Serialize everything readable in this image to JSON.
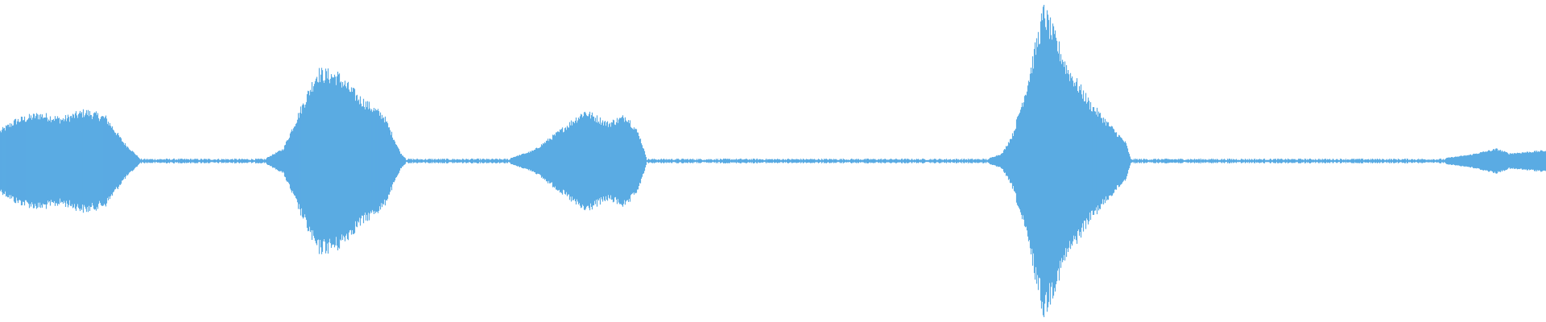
{
  "waveform": {
    "color": "#5aabe3",
    "baseline_amplitude": 0.01,
    "envelope": [
      {
        "t": 0.0,
        "amp": 0.2
      },
      {
        "t": 0.01,
        "amp": 0.27
      },
      {
        "t": 0.025,
        "amp": 0.31
      },
      {
        "t": 0.04,
        "amp": 0.28
      },
      {
        "t": 0.055,
        "amp": 0.33
      },
      {
        "t": 0.068,
        "amp": 0.29
      },
      {
        "t": 0.08,
        "amp": 0.12
      },
      {
        "t": 0.09,
        "amp": 0.02
      },
      {
        "t": 0.172,
        "amp": 0.02
      },
      {
        "t": 0.183,
        "amp": 0.08
      },
      {
        "t": 0.195,
        "amp": 0.36
      },
      {
        "t": 0.205,
        "amp": 0.59
      },
      {
        "t": 0.218,
        "amp": 0.57
      },
      {
        "t": 0.232,
        "amp": 0.42
      },
      {
        "t": 0.248,
        "amp": 0.3
      },
      {
        "t": 0.259,
        "amp": 0.05
      },
      {
        "t": 0.262,
        "amp": 0.02
      },
      {
        "t": 0.33,
        "amp": 0.02
      },
      {
        "t": 0.345,
        "amp": 0.07
      },
      {
        "t": 0.362,
        "amp": 0.2
      },
      {
        "t": 0.378,
        "amp": 0.33
      },
      {
        "t": 0.393,
        "amp": 0.25
      },
      {
        "t": 0.405,
        "amp": 0.3
      },
      {
        "t": 0.413,
        "amp": 0.18
      },
      {
        "t": 0.418,
        "amp": 0.02
      },
      {
        "t": 0.64,
        "amp": 0.02
      },
      {
        "t": 0.648,
        "amp": 0.05
      },
      {
        "t": 0.655,
        "amp": 0.18
      },
      {
        "t": 0.664,
        "amp": 0.5
      },
      {
        "t": 0.675,
        "amp": 1.0
      },
      {
        "t": 0.69,
        "amp": 0.62
      },
      {
        "t": 0.705,
        "amp": 0.38
      },
      {
        "t": 0.72,
        "amp": 0.21
      },
      {
        "t": 0.728,
        "amp": 0.12
      },
      {
        "t": 0.731,
        "amp": 0.02
      },
      {
        "t": 0.935,
        "amp": 0.02
      },
      {
        "t": 0.95,
        "amp": 0.04
      },
      {
        "t": 0.968,
        "amp": 0.08
      },
      {
        "t": 0.976,
        "amp": 0.05
      },
      {
        "t": 1.0,
        "amp": 0.07
      }
    ]
  }
}
